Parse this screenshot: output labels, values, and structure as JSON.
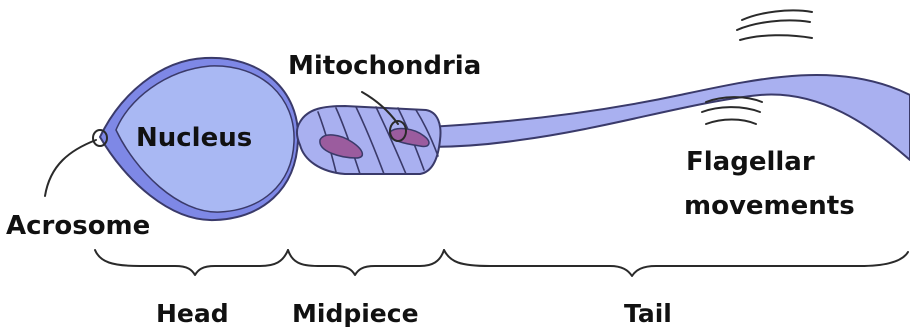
{
  "labels": {
    "nucleus": "Nucleus",
    "acrosome": "Acrosome",
    "mitochondria": "Mitochondria",
    "flagellar_line1": "Flagellar",
    "flagellar_line2": "movements",
    "head": "Head",
    "midpiece": "Midpiece",
    "tail": "Tail"
  },
  "colors": {
    "head_outer": "#7e88e6",
    "head_inner": "#a9b8f3",
    "midpiece_fill": "#a9b0f0",
    "tail_fill": "#a9b0f0",
    "mitochondria_fill": "#9b5c9e",
    "outline": "#3a3a6a"
  }
}
